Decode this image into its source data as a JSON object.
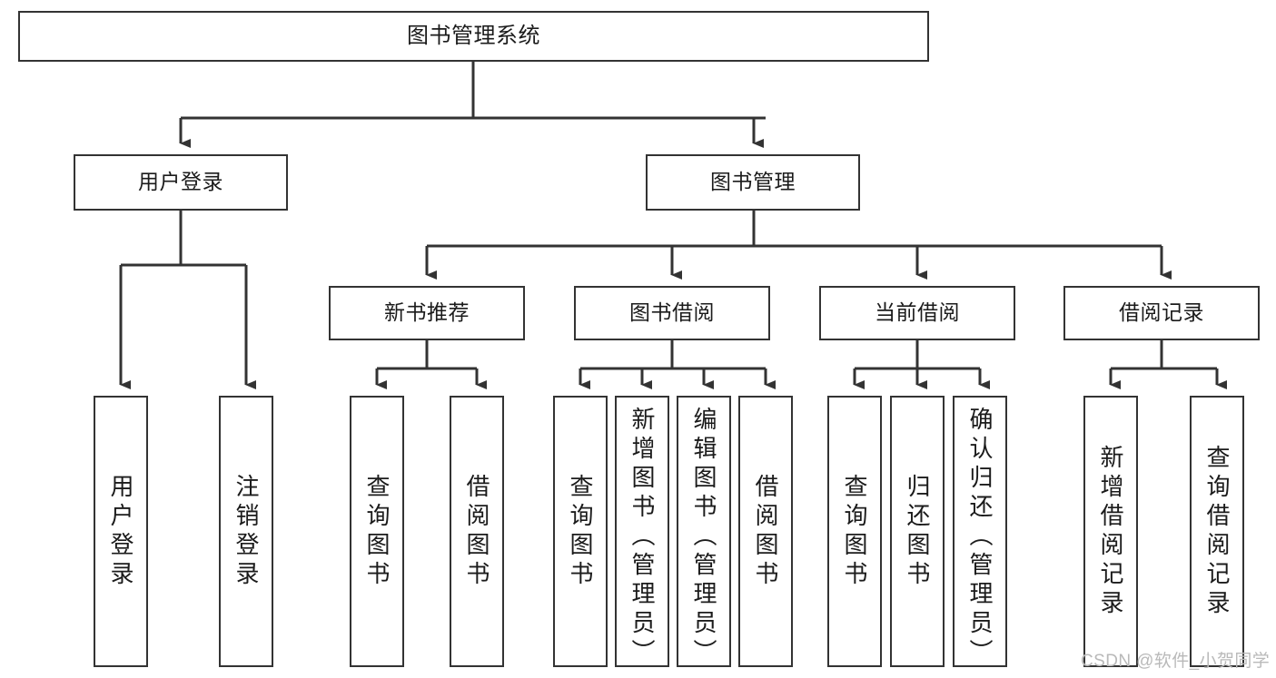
{
  "diagram": {
    "title": "图书管理系统",
    "type": "hierarchy-tree",
    "root": {
      "id": "root",
      "label": "图书管理系统"
    },
    "level2": [
      {
        "id": "user-login",
        "label": "用户登录"
      },
      {
        "id": "book-manage",
        "label": "图书管理"
      }
    ],
    "level3": [
      {
        "id": "new-book-rec",
        "label": "新书推荐",
        "parent": "book-manage"
      },
      {
        "id": "book-borrow",
        "label": "图书借阅",
        "parent": "book-manage"
      },
      {
        "id": "current-borrow",
        "label": "当前借阅",
        "parent": "book-manage"
      },
      {
        "id": "borrow-record",
        "label": "借阅记录",
        "parent": "book-manage"
      }
    ],
    "leaves": [
      {
        "id": "leaf-user-login",
        "label": "用户登录",
        "parent": "user-login"
      },
      {
        "id": "leaf-logout",
        "label": "注销登录",
        "parent": "user-login"
      },
      {
        "id": "leaf-query-book-1",
        "label": "查询图书",
        "parent": "new-book-rec"
      },
      {
        "id": "leaf-borrow-book-1",
        "label": "借阅图书",
        "parent": "new-book-rec"
      },
      {
        "id": "leaf-query-book-2",
        "label": "查询图书",
        "parent": "book-borrow"
      },
      {
        "id": "leaf-add-book",
        "label": "新增图书（管理员）",
        "parent": "book-borrow"
      },
      {
        "id": "leaf-edit-book",
        "label": "编辑图书（管理员）",
        "parent": "book-borrow"
      },
      {
        "id": "leaf-borrow-book-2",
        "label": "借阅图书",
        "parent": "book-borrow"
      },
      {
        "id": "leaf-query-book-3",
        "label": "查询图书",
        "parent": "current-borrow"
      },
      {
        "id": "leaf-return-book",
        "label": "归还图书",
        "parent": "current-borrow"
      },
      {
        "id": "leaf-confirm-return",
        "label": "确认归还（管理员）",
        "parent": "current-borrow"
      },
      {
        "id": "leaf-add-record",
        "label": "新增借阅记录",
        "parent": "borrow-record"
      },
      {
        "id": "leaf-query-record",
        "label": "查询借阅记录",
        "parent": "borrow-record"
      }
    ],
    "colors": {
      "box_border": "#333333",
      "box_fill": "#ffffff",
      "connector": "#333333",
      "text": "#1b1b1b",
      "watermark": "#b9b9b9"
    }
  },
  "watermark": {
    "text": "CSDN @软件_小贺同学"
  }
}
